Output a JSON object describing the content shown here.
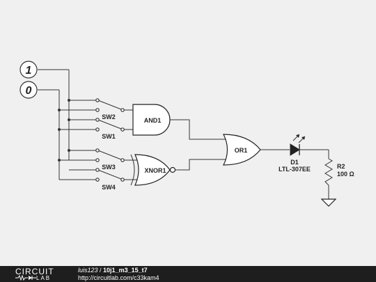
{
  "inputs": [
    {
      "label": "1"
    },
    {
      "label": "0"
    }
  ],
  "switches": [
    {
      "label": "SW2"
    },
    {
      "label": "SW1"
    },
    {
      "label": "SW3"
    },
    {
      "label": "SW4"
    }
  ],
  "gates": {
    "and": {
      "label": "AND1"
    },
    "xnor": {
      "label": "XNOR1"
    },
    "or": {
      "label": "OR1"
    }
  },
  "led": {
    "ref": "D1",
    "part": "LTL-307EE"
  },
  "resistor": {
    "ref": "R2",
    "value": "100 Ω"
  },
  "footer": {
    "logo_top": "CIRCUIT",
    "logo_bottom": "LAB",
    "user": "luis123",
    "separator": " / ",
    "project": "10j1_m3_15_t7",
    "url": "http://circuitlab.com/c33kam4"
  }
}
